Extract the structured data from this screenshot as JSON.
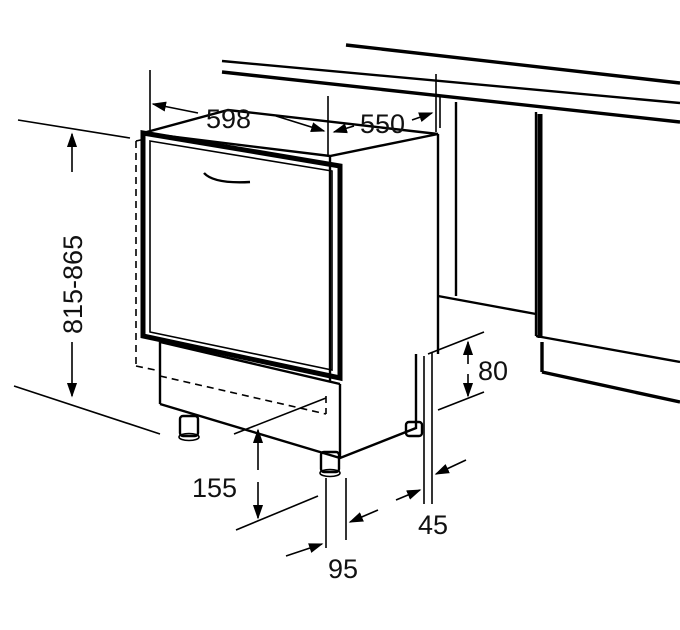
{
  "dimensions": {
    "width": "598",
    "depth": "550",
    "height": "815-865",
    "plinth_height": "80",
    "foot_depth": "155",
    "plinth_recess": "95",
    "rear_gap": "45"
  },
  "colors": {
    "line": "#000000",
    "background": "#ffffff"
  }
}
